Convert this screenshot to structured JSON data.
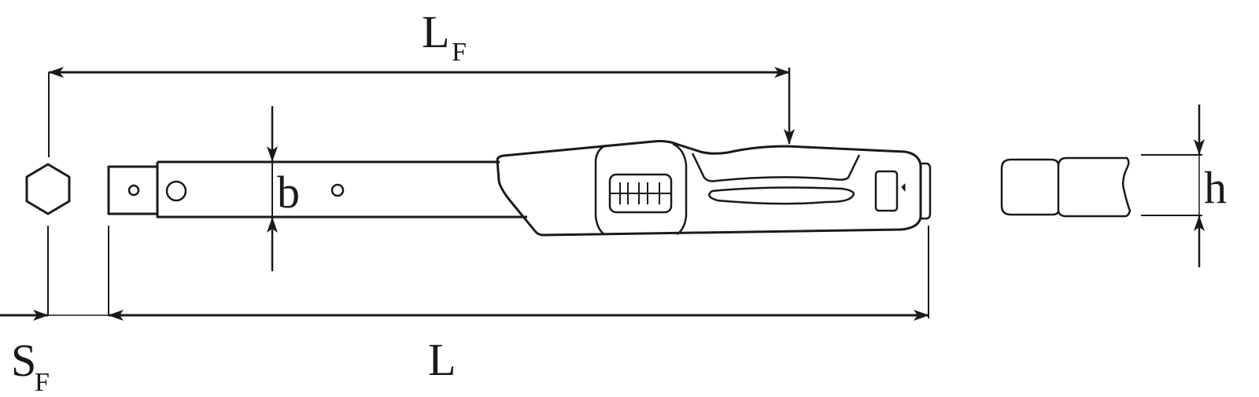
{
  "diagram": {
    "type": "torque-wrench-dimension-drawing",
    "stroke_color": "#1a1a1a",
    "background": "#ffffff",
    "dimensions": {
      "LF": {
        "main": "L",
        "sub": "F"
      },
      "SF": {
        "main": "S",
        "sub": "F"
      },
      "L": {
        "main": "L"
      },
      "b": {
        "main": "b"
      },
      "h": {
        "main": "h"
      }
    },
    "parts": [
      "hexagon-drive-symbol",
      "square-drive",
      "wrench-head",
      "shaft",
      "handle-grip",
      "scale-window",
      "lock-button",
      "end-cap",
      "side-view-profile"
    ]
  }
}
